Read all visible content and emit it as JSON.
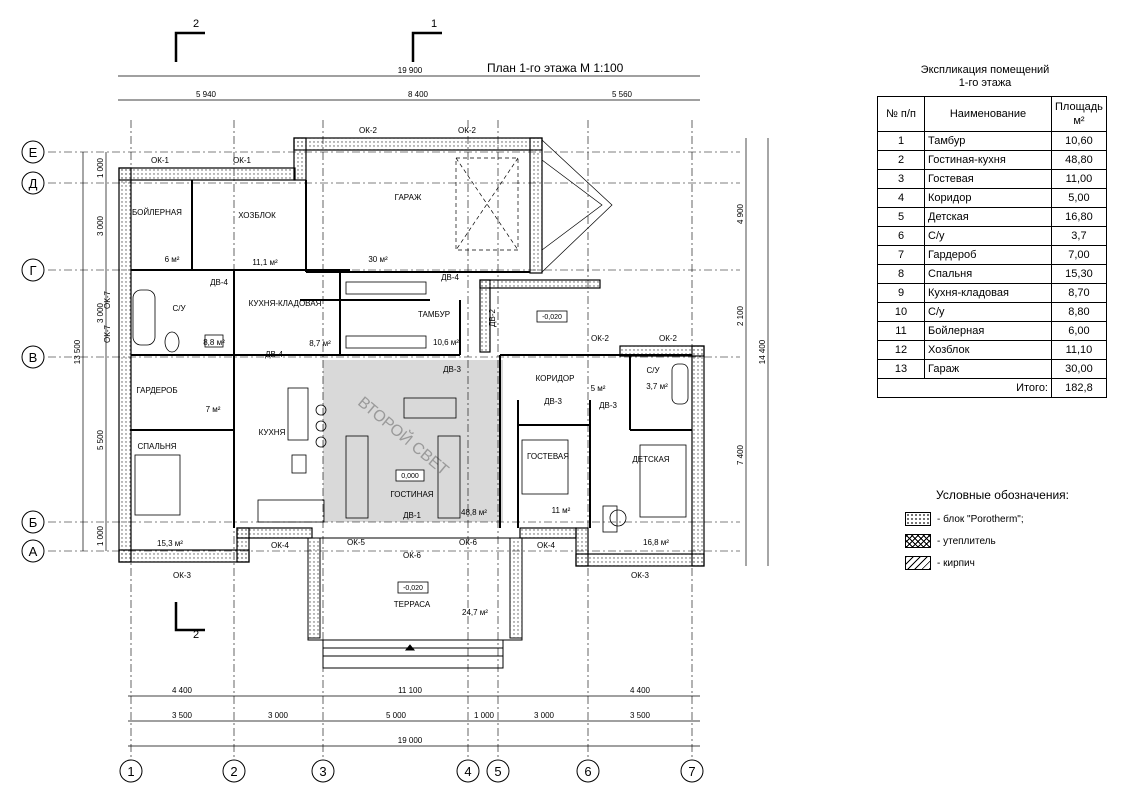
{
  "plan_title": "План 1-го этажа М  1:100",
  "second_light": "ВТОРОЙ СВЕТ",
  "section_marks": {
    "a": "1",
    "b": "2"
  },
  "axes_letters": [
    "Е",
    "Д",
    "Г",
    "В",
    "Б",
    "А"
  ],
  "axes_numbers": [
    "1",
    "2",
    "3",
    "4",
    "5",
    "6",
    "7"
  ],
  "dims_top": {
    "total": "19 900",
    "d1": "5 940",
    "d2": "8 400",
    "d3": "5 560"
  },
  "dims_bottom_row1": [
    "4 400",
    "11 100",
    "4 400"
  ],
  "dims_bottom_row2": [
    "3 500",
    "3 000",
    "5 000",
    "1 000",
    "3 000",
    "3 500"
  ],
  "dims_bottom_total": "19 000",
  "dims_left": {
    "total": "13 500",
    "parts": [
      "1 000",
      "3 000",
      "3 000",
      "5 500",
      "1 000"
    ]
  },
  "dims_right": {
    "total": "14 400",
    "parts": [
      "4 900",
      "2 100",
      "7 400"
    ]
  },
  "rooms": {
    "boiler": "БОЙЛЕРНАЯ",
    "boiler_area": "6 м²",
    "utility": "ХОЗБЛОК",
    "utility_area": "11,1 м²",
    "garage": "ГАРАЖ",
    "garage_area": "30 м²",
    "bath1": "С/У",
    "bath1_area": "8,8 м²",
    "pantry": "КУХНЯ-КЛАДОВАЯ",
    "pantry_area": "8,7 м²",
    "vestibule": "ТАМБУР",
    "vestibule_area": "10,6 м²",
    "wardrobe": "ГАРДЕРОБ",
    "wardrobe_area": "7 м²",
    "bedroom": "СПАЛЬНЯ",
    "bedroom_area": "15,3 м²",
    "kitchen": "КУХНЯ",
    "living": "ГОСТИНАЯ",
    "living_area": "48,8 м²",
    "living_level": "0,000",
    "corridor": "КОРИДОР",
    "corridor_area": "5 м²",
    "bath2": "С/У",
    "bath2_area": "3,7 м²",
    "guest": "ГОСТЕВАЯ",
    "guest_area": "11 м²",
    "kids": "ДЕТСКАЯ",
    "kids_area": "16,8 м²",
    "terrace": "ТЕРРАСА",
    "terrace_area": "24,7 м²",
    "terrace_level": "-0,020",
    "annex_level": "-0,020"
  },
  "windows": {
    "ok1": "ОК-1",
    "ok2": "ОК-2",
    "ok3": "ОК-3",
    "ok4": "ОК-4",
    "ok5": "ОК-5",
    "ok6": "ОК-6",
    "ok7": "ОК-7"
  },
  "doors": {
    "dv1": "ДВ-1",
    "dv2": "ДВ-2",
    "dv3": "ДВ-3",
    "dv4": "ДВ-4"
  },
  "explication": {
    "title_line1": "Экспликация помещений",
    "title_line2": "1-го этажа",
    "col_no": "№ п/п",
    "col_name": "Наименование",
    "col_area": "Площадь м²",
    "rows": [
      {
        "no": "1",
        "name": "Тамбур",
        "area": "10,60"
      },
      {
        "no": "2",
        "name": "Гостиная-кухня",
        "area": "48,80"
      },
      {
        "no": "3",
        "name": "Гостевая",
        "area": "11,00"
      },
      {
        "no": "4",
        "name": "Коридор",
        "area": "5,00"
      },
      {
        "no": "5",
        "name": "Детская",
        "area": "16,80"
      },
      {
        "no": "6",
        "name": "С/у",
        "area": "3,7"
      },
      {
        "no": "7",
        "name": "Гардероб",
        "area": "7,00"
      },
      {
        "no": "8",
        "name": "Спальня",
        "area": "15,30"
      },
      {
        "no": "9",
        "name": "Кухня-кладовая",
        "area": "8,70"
      },
      {
        "no": "10",
        "name": "С/у",
        "area": "8,80"
      },
      {
        "no": "11",
        "name": "Бойлерная",
        "area": "6,00"
      },
      {
        "no": "12",
        "name": "Хозблок",
        "area": "11,10"
      },
      {
        "no": "13",
        "name": "Гараж",
        "area": "30,00"
      }
    ],
    "total_label": "Итого:",
    "total_value": "182,8"
  },
  "legend": {
    "title": "Условные обозначения:",
    "block": "- блок \"Porotherm\";",
    "insulation": "- утеплитель",
    "brick": "- кирпич"
  }
}
